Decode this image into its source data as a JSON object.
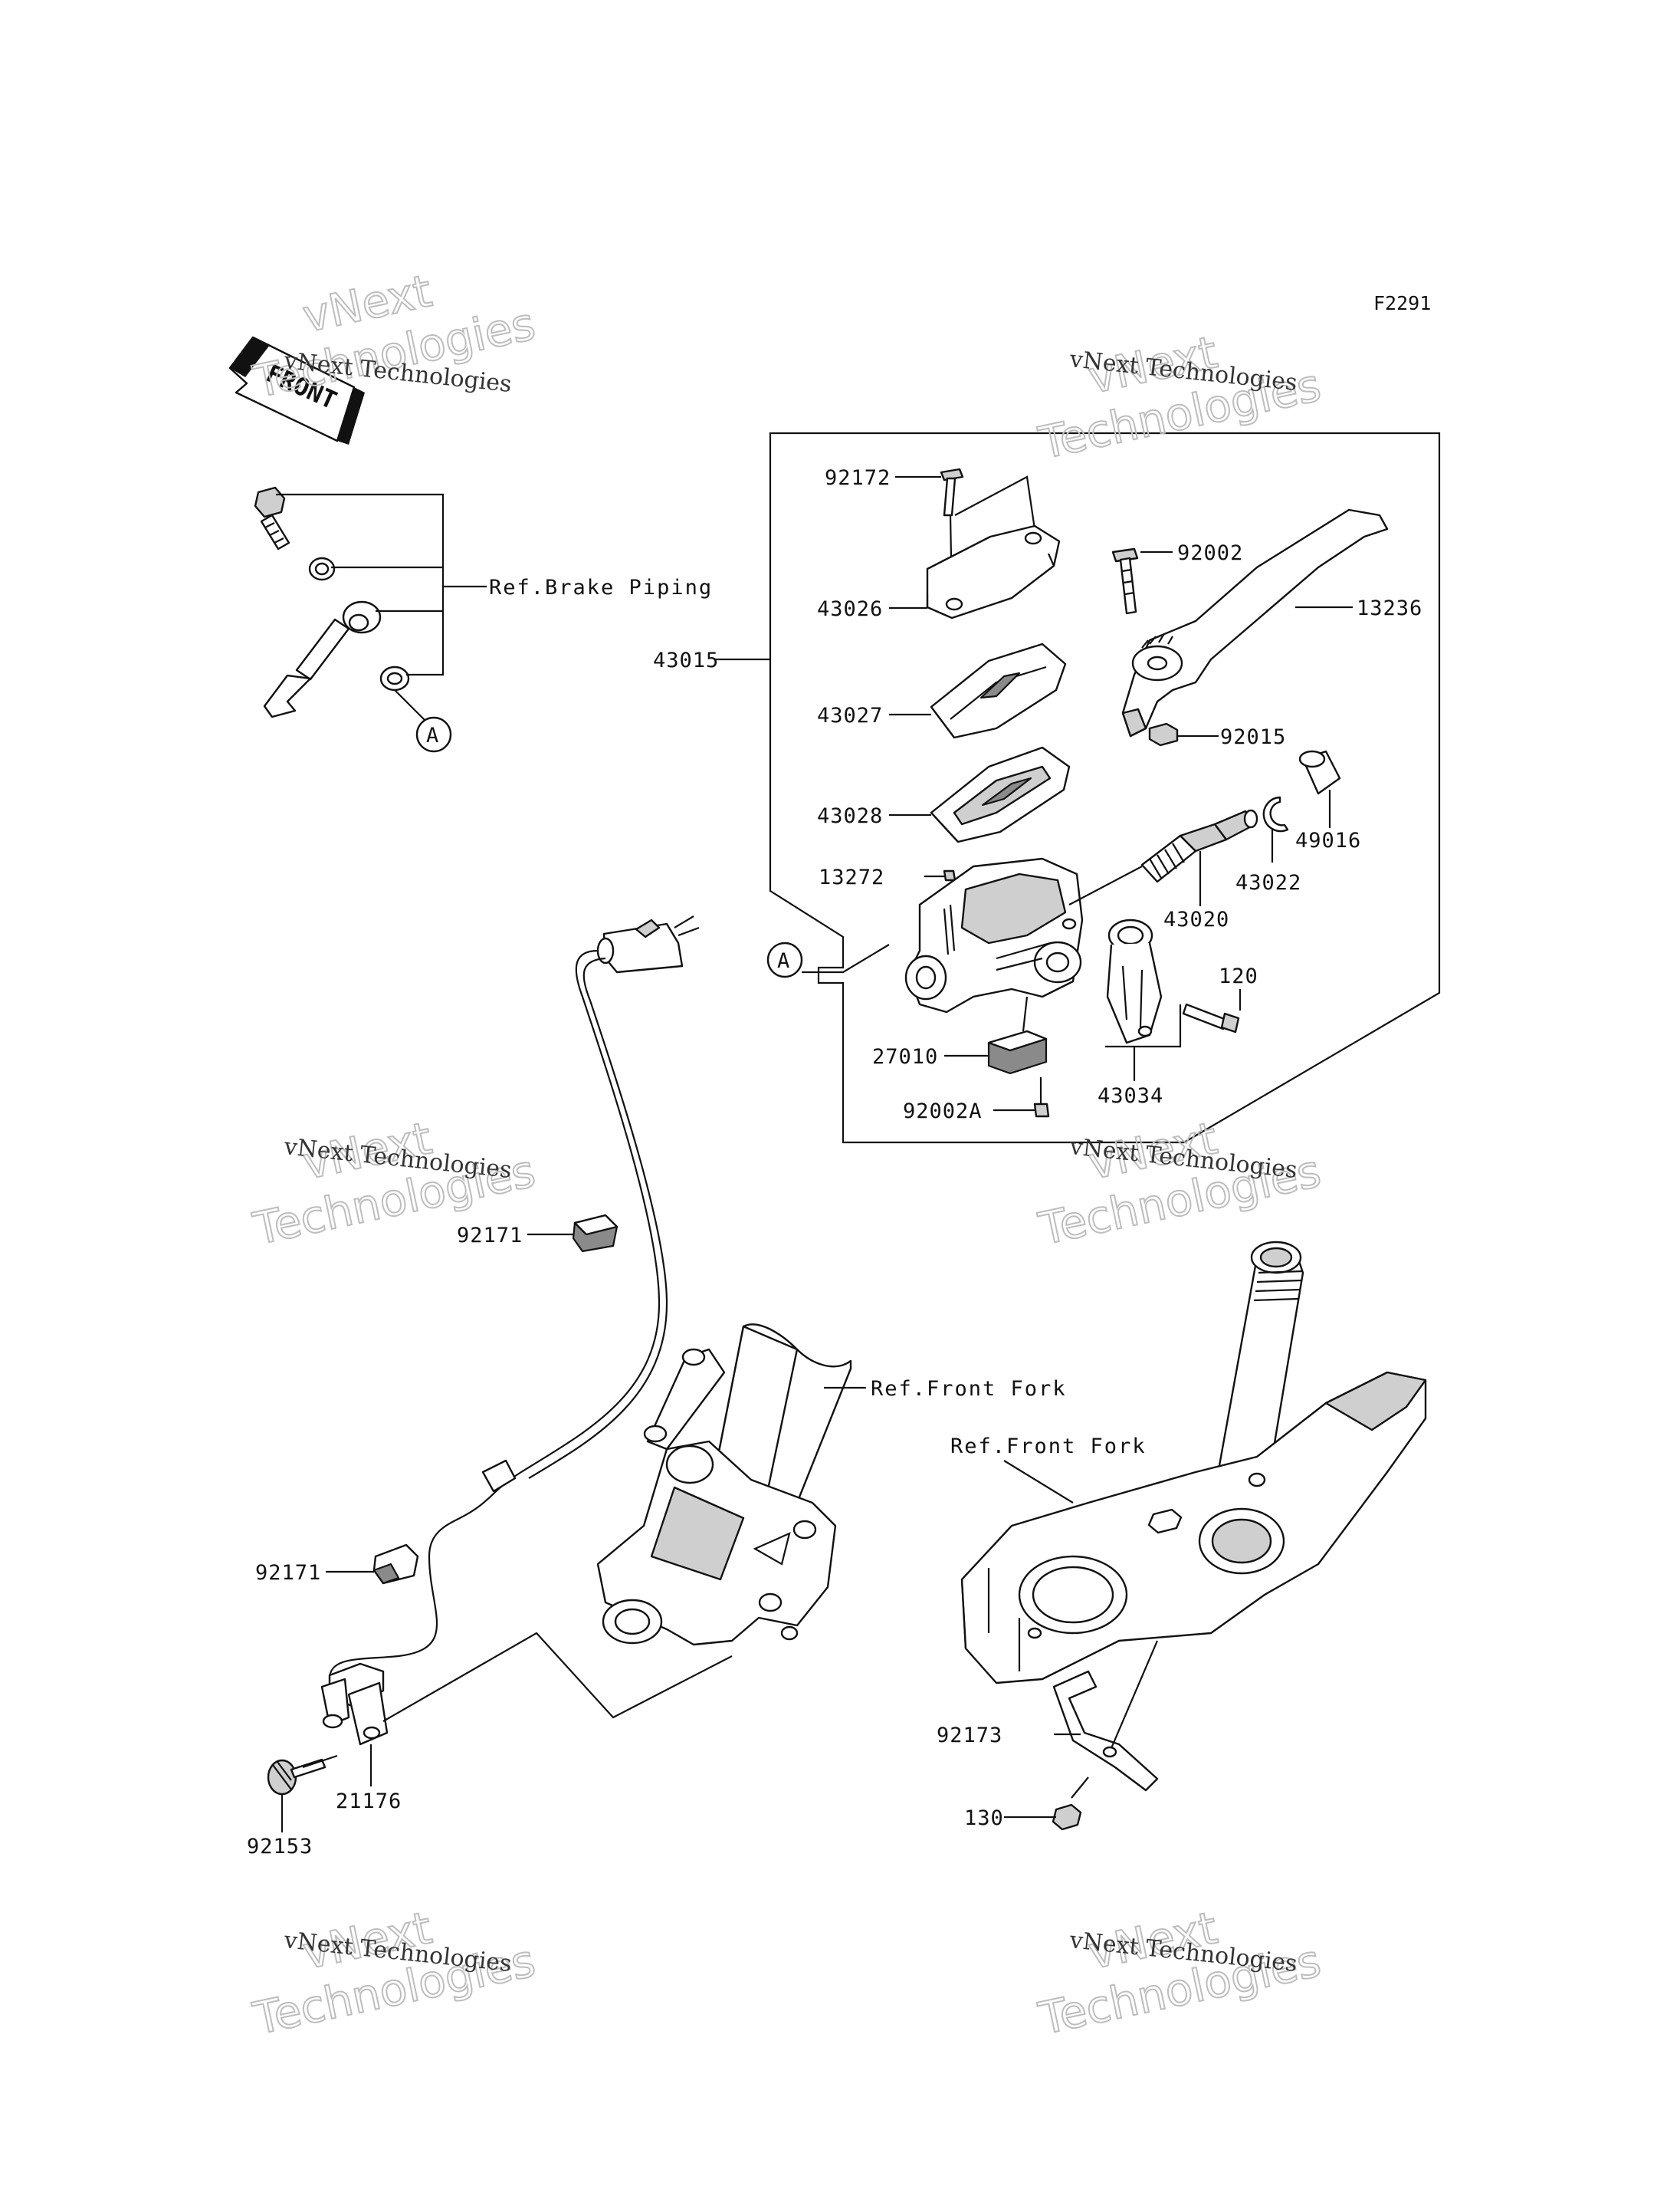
{
  "figure_code": "F2291",
  "front_label": "FRONT",
  "watermark": {
    "line1": "vNext Technologies",
    "line2": "vNext",
    "line3": "Technologies"
  },
  "references": {
    "brake_piping": "Ref.Brake Piping",
    "front_fork_1": "Ref.Front Fork",
    "front_fork_2": "Ref.Front Fork"
  },
  "callout_a": "A",
  "parts": {
    "p92172": "92172",
    "p43026": "43026",
    "p43015": "43015",
    "p43027": "43027",
    "p43028": "43028",
    "p13272": "13272",
    "p27010": "27010",
    "p92002A": "92002A",
    "p92002": "92002",
    "p13236": "13236",
    "p92015": "92015",
    "p49016": "49016",
    "p43022": "43022",
    "p43020": "43020",
    "p120": "120",
    "p43034": "43034",
    "p92171a": "92171",
    "p92171b": "92171",
    "p92153": "92153",
    "p21176": "21176",
    "p92173": "92173",
    "p130": "130"
  }
}
